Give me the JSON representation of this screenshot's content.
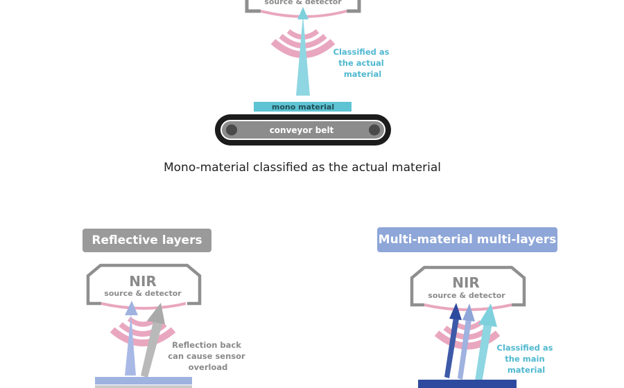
{
  "top_panel": {
    "detector_label": "source & detector",
    "annotation": [
      "Classified as",
      "the actual",
      "material"
    ],
    "material_label": "mono material",
    "belt_label": "conveyor belt",
    "caption": "Mono-material classified as the actual material"
  },
  "left_panel": {
    "tag": "Reflective layers",
    "nir_label": "NIR",
    "detector_label": "source & detector",
    "annotation": [
      "Reflection back",
      "can cause sensor",
      "overload"
    ]
  },
  "right_panel": {
    "tag": "Multi-material multi-layers",
    "nir_label": "NIR",
    "detector_label": "source & detector",
    "annotation": [
      "Classified as",
      "the main",
      "material"
    ]
  },
  "colors": {
    "housing": "#8f8f8f",
    "wave": "#e9a7bf",
    "cyan": "#5ec3d3",
    "cyan_text": "#4fb8cf",
    "belt_outer": "#1c1c1c",
    "belt_inner": "#8c8c8c",
    "reflective_tag": "#9a9a9a",
    "multi_tag": "#8ea6d8",
    "light_blue_layer": "#9fb2e0",
    "dark_blue_layer": "#2e4a9e",
    "grey_text": "#8a8a8a"
  }
}
